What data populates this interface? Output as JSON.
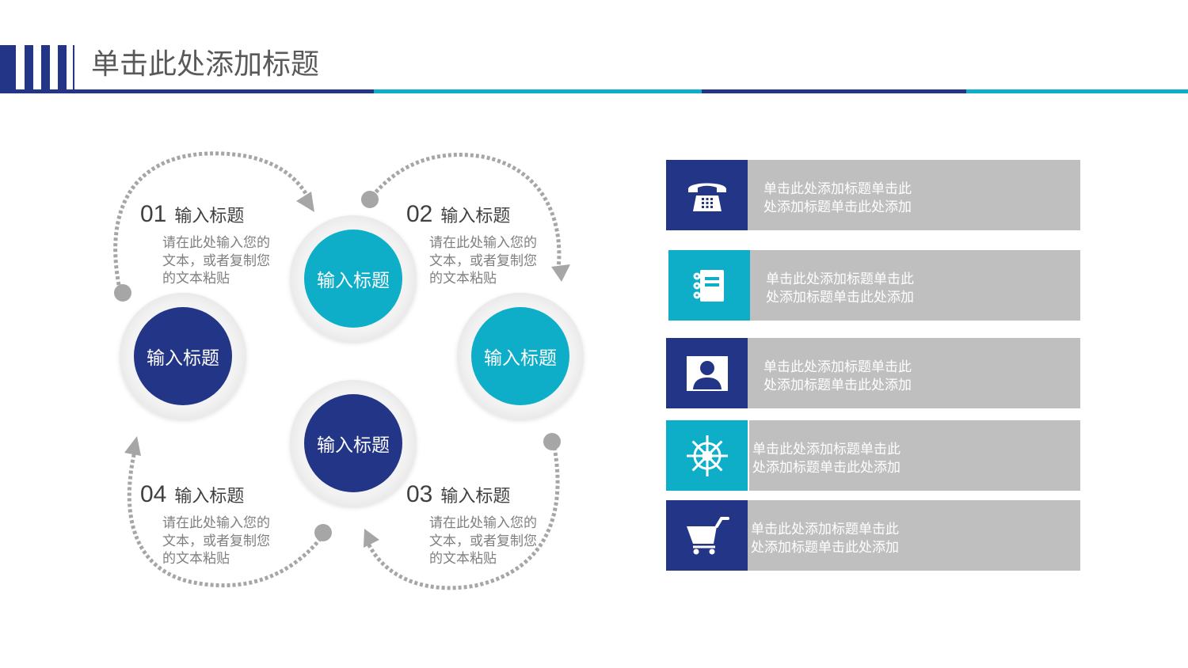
{
  "header": {
    "title": "单击此处添加标题"
  },
  "colors": {
    "navy": "#233587",
    "teal": "#0eaec9",
    "gray_box": "#bfbfbf",
    "arrow_gray": "#a6a6a6"
  },
  "circles": [
    {
      "label": "输入标题"
    },
    {
      "label": "输入标题"
    },
    {
      "label": "输入标题"
    },
    {
      "label": "输入标题"
    }
  ],
  "sections": [
    {
      "num": "01",
      "title": "输入标题",
      "lines": [
        "请在此处输入您的",
        "文本，或者复制您",
        "的文本粘贴"
      ]
    },
    {
      "num": "02",
      "title": "输入标题",
      "lines": [
        "请在此处输入您的",
        "文本，或者复制您",
        "的文本粘贴"
      ]
    },
    {
      "num": "03",
      "title": "输入标题",
      "lines": [
        "请在此处输入您的",
        "文本，或者复制您",
        "的文本粘贴"
      ]
    },
    {
      "num": "04",
      "title": "输入标题",
      "lines": [
        "请在此处输入您的",
        "文本，或者复制您",
        "的文本粘贴"
      ]
    }
  ],
  "list": [
    {
      "icon": "telephone-icon",
      "line1": "单击此处添加标题单击此",
      "line2": "处添加标题单击此处添加"
    },
    {
      "icon": "notebook-icon",
      "line1": "单击此处添加标题单击此",
      "line2": "处添加标题单击此处添加"
    },
    {
      "icon": "person-icon",
      "line1": "单击此处添加标题单击此",
      "line2": "处添加标题单击此处添加"
    },
    {
      "icon": "ship-wheel-icon",
      "line1": "单击此处添加标题单击此",
      "line2": "处添加标题单击此处添加"
    },
    {
      "icon": "shopping-cart-icon",
      "line1": "单击此处添加标题单击此",
      "line2": "处添加标题单击此处添加"
    }
  ]
}
